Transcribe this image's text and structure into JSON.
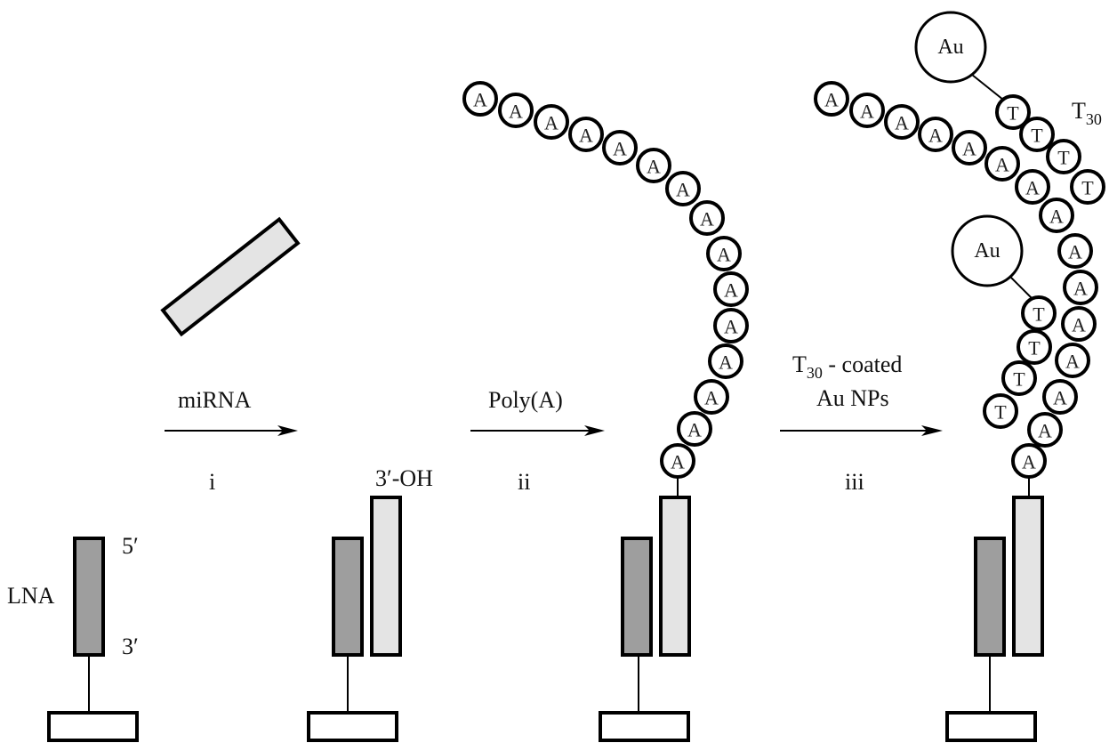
{
  "figure": {
    "description": "Schematic of miRNA detection: LNA probe capture, poly(A) extension, T30-coated Au nanoparticle hybridization",
    "colors": {
      "lna_fill": "#9e9e9e",
      "mirna_fill": "#e4e4e4",
      "outline": "#000000",
      "substrate_fill": "#ffffff"
    }
  },
  "labels": {
    "lna": "LNA",
    "five_prime": "5′",
    "three_prime": "3′",
    "three_oh": "3′-OH",
    "t30_main": "T",
    "t30_sub": "30",
    "au": "Au",
    "adenine": "A",
    "thymine": "T"
  },
  "steps": [
    {
      "reagent": "miRNA",
      "numeral": "i"
    },
    {
      "reagent": "Poly(A)",
      "numeral": "ii"
    },
    {
      "reagent_line1_main": "T",
      "reagent_line1_sub": "30",
      "reagent_line1_rest": " - coated",
      "reagent_line2": "Au NPs",
      "numeral": "iii"
    }
  ],
  "panels": [
    {
      "name": "lna-probe",
      "has_mirna": false,
      "poly_a_count": 0
    },
    {
      "name": "mirna-captured",
      "has_mirna": true,
      "poly_a_count": 0
    },
    {
      "name": "poly-a-extended",
      "has_mirna": true,
      "poly_a_count": 15
    },
    {
      "name": "au-np-bound",
      "has_mirna": true,
      "poly_a_count": 15,
      "au_nps": 2,
      "t_beads_per_np": 4
    }
  ]
}
